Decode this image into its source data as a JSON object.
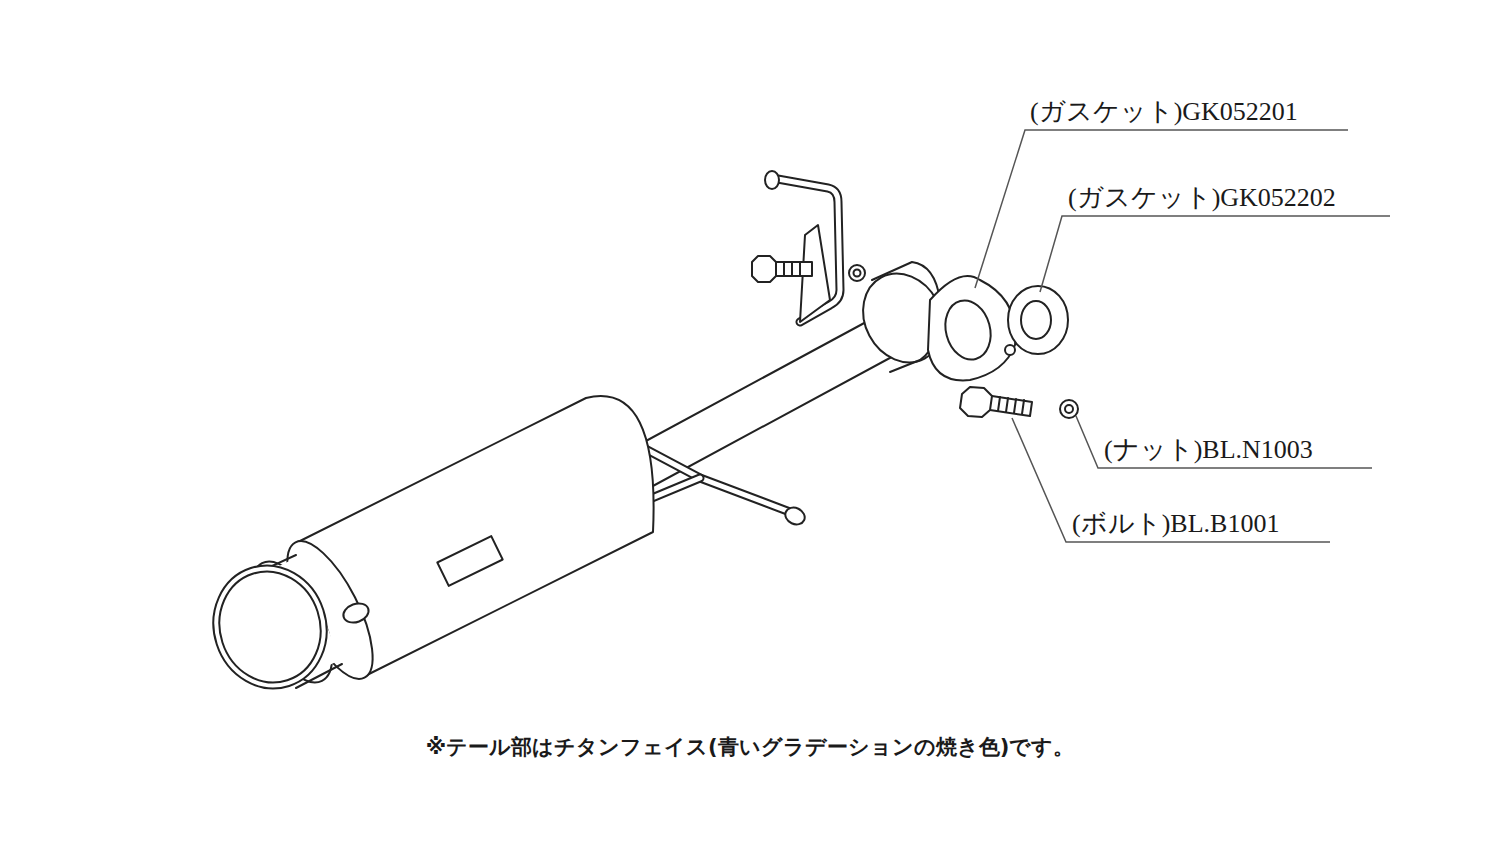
{
  "diagram": {
    "caption": "※テール部はチタンフェイス(青いグラデーションの焼き色)です。",
    "labels": [
      "(ガスケット)GK052201",
      "(ガスケット)GK052202",
      "(ナット)BL.N1003",
      "(ボルト)BL.B1001"
    ]
  }
}
